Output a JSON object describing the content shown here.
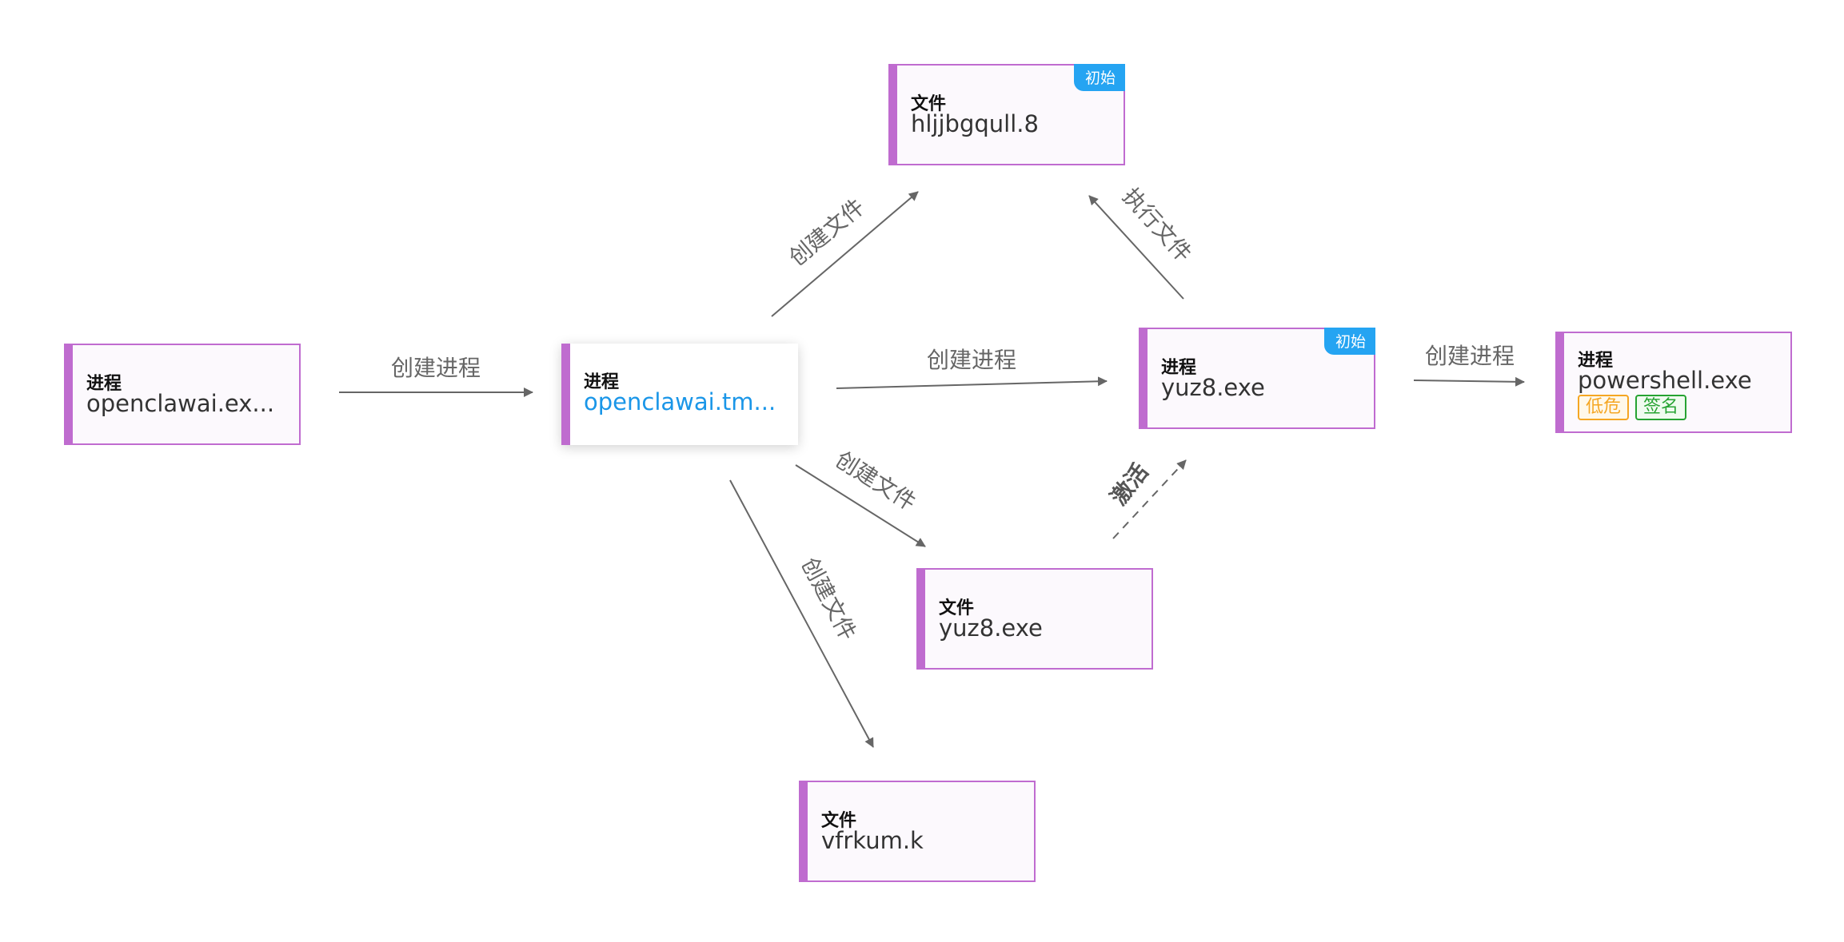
{
  "nodes": [
    {
      "id": "n1",
      "type": "进程",
      "name": "openclawai.ex..."
    },
    {
      "id": "n2",
      "type": "进程",
      "name": "openclawai.tm..."
    },
    {
      "id": "n3",
      "type": "文件",
      "name": "hljjbgqull.8",
      "badge": "初始"
    },
    {
      "id": "n4",
      "type": "进程",
      "name": "yuz8.exe",
      "badge": "初始"
    },
    {
      "id": "n5",
      "type": "进程",
      "name": "powershell.exe",
      "tags": [
        "低危",
        "签名"
      ]
    },
    {
      "id": "n6",
      "type": "文件",
      "name": "yuz8.exe"
    },
    {
      "id": "n7",
      "type": "文件",
      "name": "vfrkum.k"
    }
  ],
  "edges": [
    {
      "label": "创建进程",
      "from": "n1",
      "to": "n2"
    },
    {
      "label": "创建文件",
      "from": "n2",
      "to": "n3"
    },
    {
      "label": "创建进程",
      "from": "n2",
      "to": "n4"
    },
    {
      "label": "创建文件",
      "from": "n2",
      "to": "n6"
    },
    {
      "label": "创建文件",
      "from": "n2",
      "to": "n7"
    },
    {
      "label": "执行文件",
      "from": "n4",
      "to": "n3"
    },
    {
      "label": "创建进程",
      "from": "n4",
      "to": "n5"
    },
    {
      "label": "激活",
      "from": "n6",
      "to": "n4",
      "style": "dashed"
    }
  ],
  "colors": {
    "node_accent": "#bf6ccf",
    "edge": "#666666",
    "badge": "#25a4f2",
    "selected_text": "#1a96e8",
    "tag_warn": "#f5a623",
    "tag_ok": "#26a332"
  }
}
